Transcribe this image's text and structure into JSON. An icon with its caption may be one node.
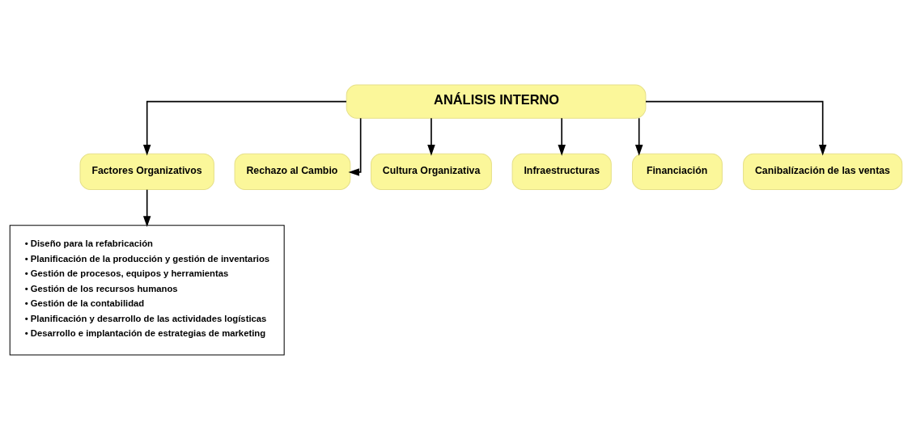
{
  "diagram": {
    "nodes": [
      {
        "text": [
          "ANÁLISIS INTERNO"
        ]
      },
      {
        "text": [
          "Factores Organizativos"
        ]
      },
      {
        "text": [
          "Rechazo al Cambio"
        ]
      },
      {
        "text": [
          "Cultura Organizativa"
        ]
      },
      {
        "text": [
          "Infraestructuras"
        ]
      },
      {
        "text": [
          "Financiación"
        ]
      },
      {
        "text": [
          "Canibalízación de las ventas"
        ]
      },
      {
        "text": [
          "• Diseño para la refabricación",
          "• Planificación de la producción y gestión de inventarios",
          "• Gestión de procesos, equipos y herramientas",
          "• Gestión de los recursos humanos",
          "• Gestión de la contabilidad",
          "• Planificación y desarrollo de las actividades logísticas",
          "• Desarrollo e implantación de estrategias de marketing"
        ]
      }
    ],
    "edges": [
      {
        "from": 0,
        "to": 1,
        "arrow": "to"
      },
      {
        "from": 0,
        "to": 2,
        "arrow": "to"
      },
      {
        "from": 0,
        "to": 3,
        "arrow": "to"
      },
      {
        "from": 0,
        "to": 4,
        "arrow": "to"
      },
      {
        "from": 0,
        "to": 5,
        "arrow": "to"
      },
      {
        "from": 0,
        "to": 6,
        "arrow": "to"
      },
      {
        "from": 1,
        "to": 7,
        "arrow": "to"
      }
    ]
  }
}
